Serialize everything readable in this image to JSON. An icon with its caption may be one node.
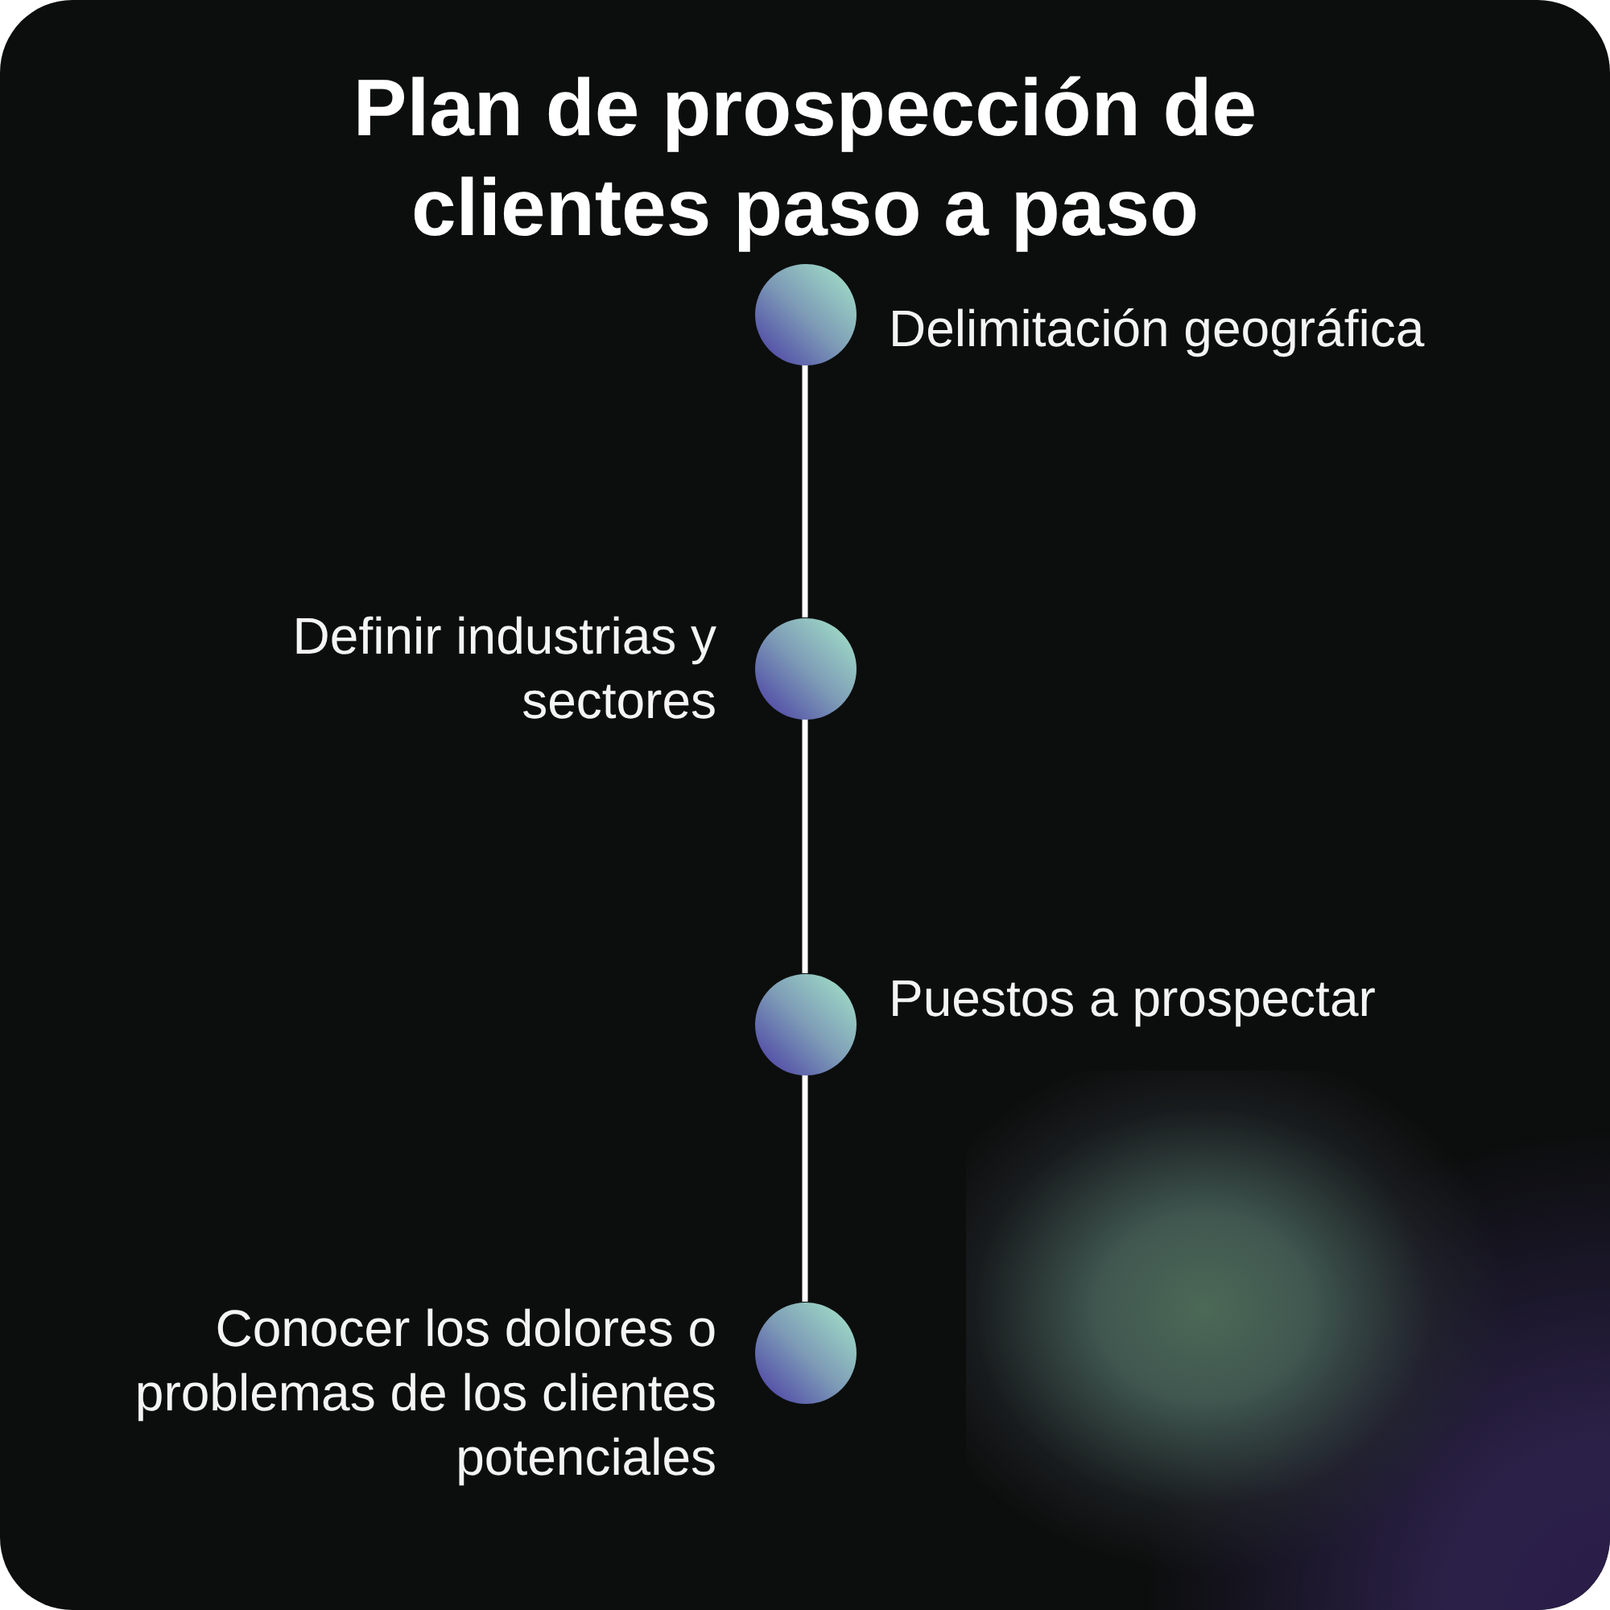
{
  "diagram": {
    "title": "Plan de prospección de clientes paso a paso",
    "nodes": [
      {
        "text": [],
        "shape": "circle",
        "beside": [
          "Delimitación geográfica"
        ]
      },
      {
        "text": [],
        "shape": "circle",
        "beside": [
          "Definir industrias y sectores"
        ]
      },
      {
        "text": [],
        "shape": "circle",
        "beside": [
          "Puestos a prospectar"
        ]
      },
      {
        "text": [],
        "shape": "circle",
        "beside": [
          "Conocer los dolores o problemas de los clientes potenciales"
        ]
      }
    ],
    "edges": [
      {
        "from": 0,
        "to": 1,
        "arrow": "none"
      },
      {
        "from": 1,
        "to": 2,
        "arrow": "none"
      },
      {
        "from": 2,
        "to": 3,
        "arrow": "none"
      }
    ]
  }
}
